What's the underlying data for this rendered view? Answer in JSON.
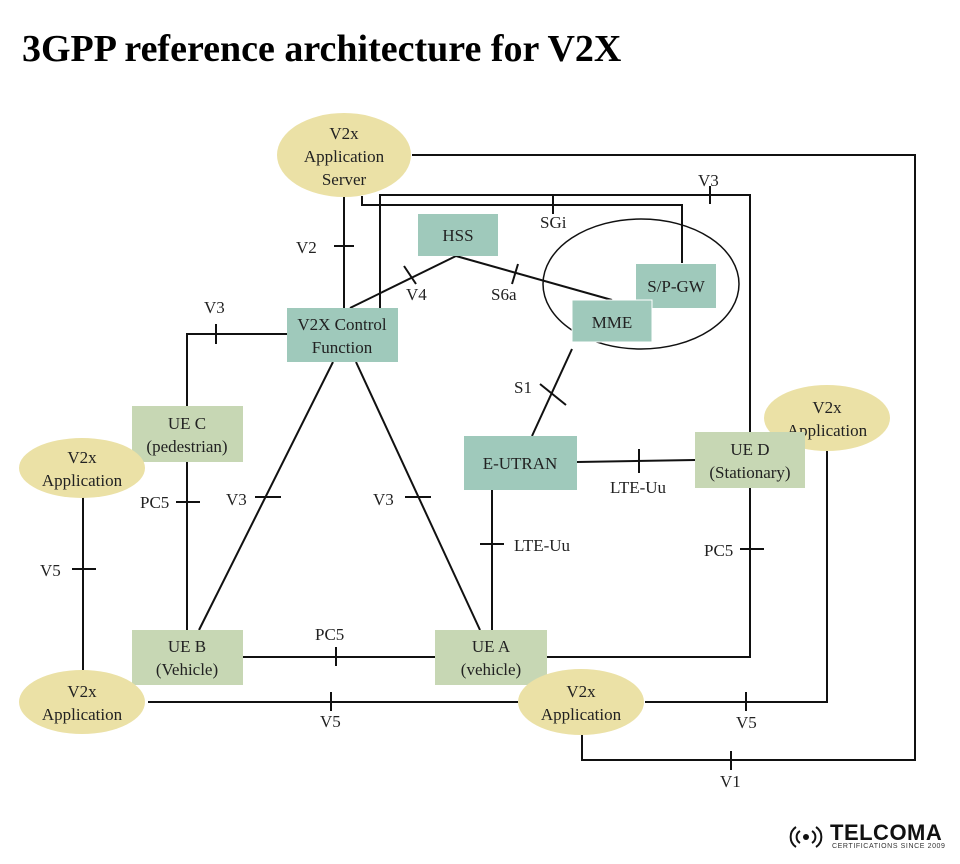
{
  "title": "3GPP reference architecture for V2X",
  "colors": {
    "ellipse_fill": "#ebe1a6",
    "control_box_fill": "#9fc9bb",
    "ue_box_fill": "#c7d7b4",
    "line": "#111111"
  },
  "nodes": {
    "app_server": [
      "V2x",
      "Application",
      "Server"
    ],
    "hss": [
      "HSS"
    ],
    "sp_gw": [
      "S/P-GW"
    ],
    "mme": [
      "MME"
    ],
    "v2x_cf": [
      "V2X Control",
      "Function"
    ],
    "ue_c": [
      "UE C",
      "(pedestrian)"
    ],
    "app_left": [
      "V2x",
      "Application"
    ],
    "app_right": [
      "V2x",
      "Application"
    ],
    "eutran": [
      "E-UTRAN"
    ],
    "ue_d": [
      "UE D",
      "(Stationary)"
    ],
    "ue_b": [
      "UE B",
      "(Vehicle)"
    ],
    "ue_a": [
      "UE A",
      "(vehicle)"
    ],
    "app_bottom_left": [
      "V2x",
      "Application"
    ],
    "app_bottom_center": [
      "V2x",
      "Application"
    ]
  },
  "interfaces": {
    "v2": "V2",
    "v3_top": "V3",
    "sgi": "SGi",
    "v4": "V4",
    "s6a": "S6a",
    "v3_left": "V3",
    "s1": "S1",
    "v3_tri_left": "V3",
    "v3_tri_right": "V3",
    "lte_uu_horizontal": "LTE-Uu",
    "lte_uu_vertical": "LTE-Uu",
    "pc5_left": "PC5",
    "pc5_right": "PC5",
    "pc5_bottom": "PC5",
    "v5_left": "V5",
    "v5_bottom": "V5",
    "v5_right": "V5",
    "v1": "V1"
  },
  "logo": {
    "name": "TELCOMA",
    "tagline": "CERTIFICATIONS SINCE 2009"
  }
}
